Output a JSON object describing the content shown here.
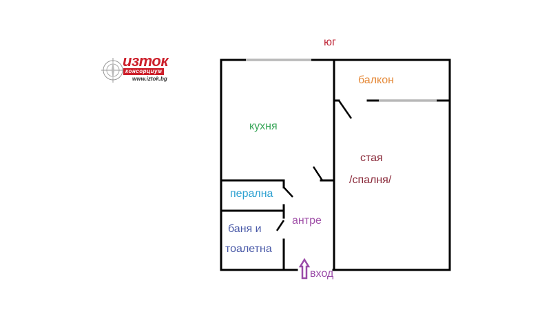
{
  "logo": {
    "name": "изток",
    "subtitle": "консорциум",
    "url": "www.iztok.bg",
    "color": "#cc1f2a"
  },
  "orientation": {
    "label": "юг",
    "color": "#c0293a"
  },
  "rooms": [
    {
      "id": "balcony",
      "label": "балкон",
      "color": "#e58a3a"
    },
    {
      "id": "kitchen",
      "label": "кухня",
      "color": "#3aa65a"
    },
    {
      "id": "room",
      "label": "стая",
      "color": "#8a2a3a"
    },
    {
      "id": "room_sub",
      "label": "/спалня/",
      "color": "#8a2a3a"
    },
    {
      "id": "laundry",
      "label": "перална",
      "color": "#2a9fd0"
    },
    {
      "id": "hall",
      "label": "антре",
      "color": "#a050a8"
    },
    {
      "id": "bath1",
      "label": "баня и",
      "color": "#4a5aa8"
    },
    {
      "id": "bath2",
      "label": "тоалетна",
      "color": "#4a5aa8"
    }
  ],
  "entrance": {
    "label": "вход",
    "color": "#9a4aa8"
  },
  "colors": {
    "wall": "#000000",
    "window": "#b8b8b8"
  }
}
